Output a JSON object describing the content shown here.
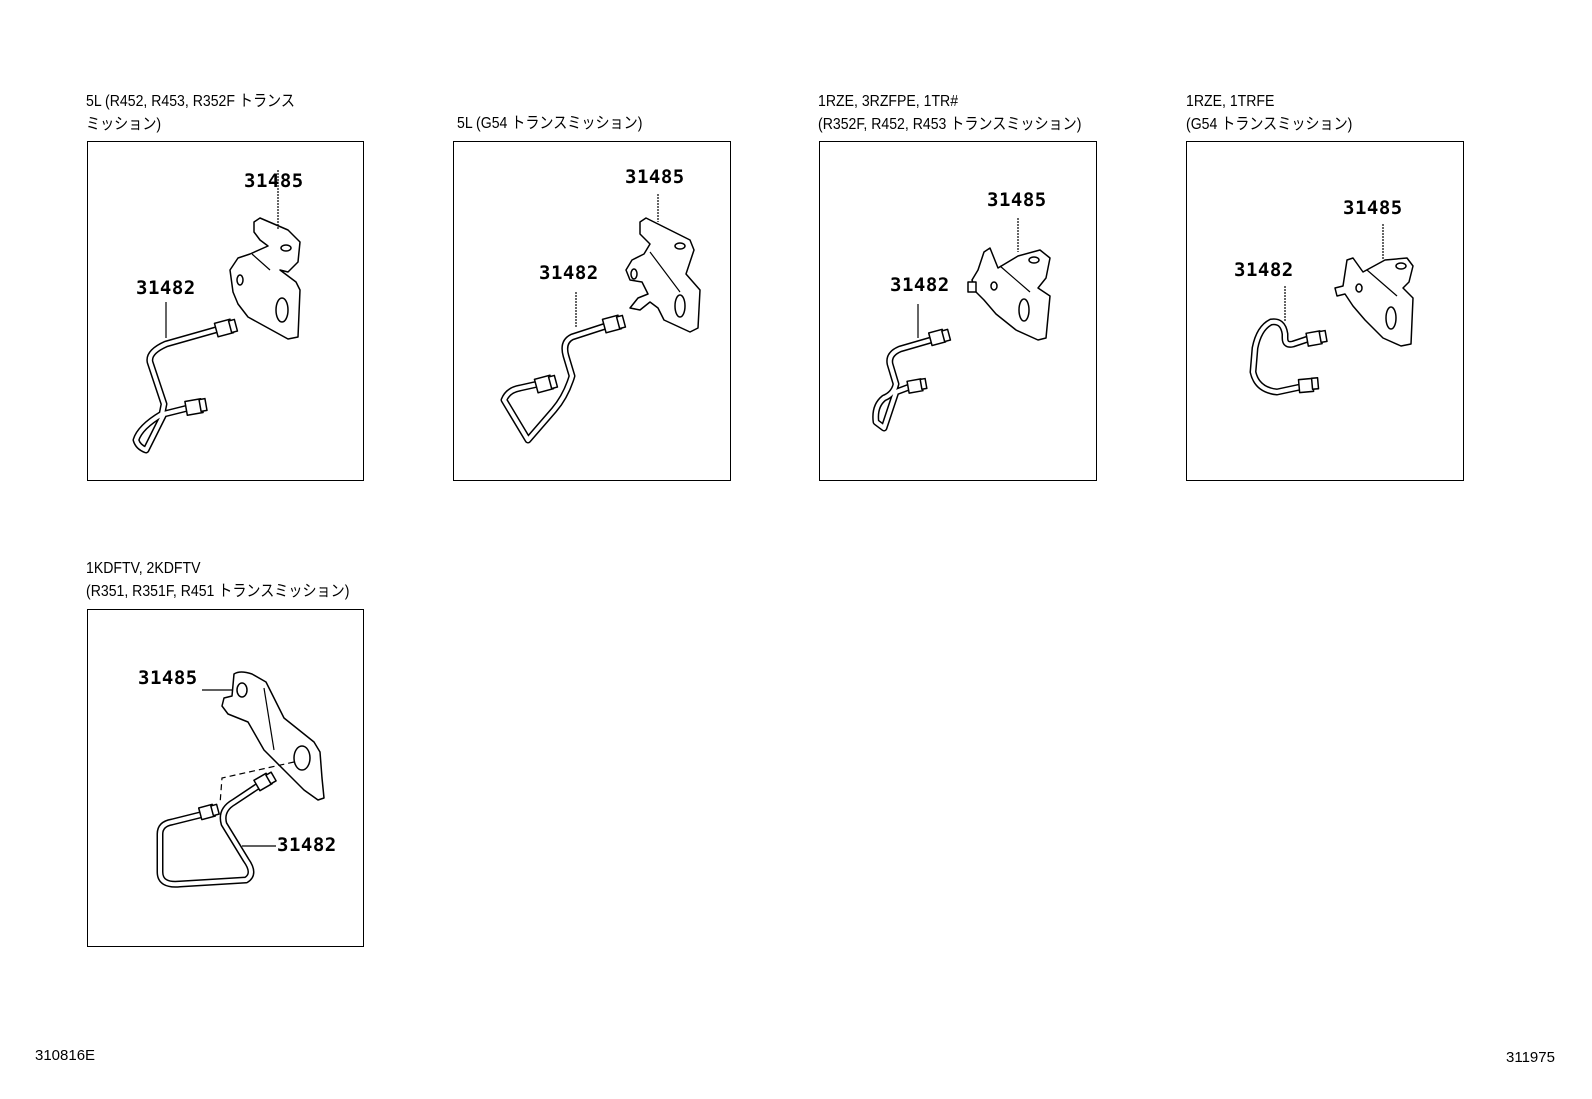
{
  "diagram": {
    "panels": [
      {
        "caption_line1": "5L (R452, R453, R352F トランス",
        "caption_line2": "ミッション)",
        "labels": {
          "bracket": "31485",
          "tube": "31482"
        }
      },
      {
        "caption_line1": "5L (G54 トランスミッション)",
        "caption_line2": "",
        "labels": {
          "bracket": "31485",
          "tube": "31482"
        }
      },
      {
        "caption_line1": "1RZE, 3RZFPE, 1TR#",
        "caption_line2": "(R352F, R452, R453 トランスミッション)",
        "labels": {
          "bracket": "31485",
          "tube": "31482"
        }
      },
      {
        "caption_line1": "1RZE, 1TRFE",
        "caption_line2": "(G54 トランスミッション)",
        "labels": {
          "bracket": "31485",
          "tube": "31482"
        }
      },
      {
        "caption_line1": "1KDFTV, 2KDFTV",
        "caption_line2": "(R351, R351F, R451 トランスミッション)",
        "labels": {
          "bracket": "31485",
          "tube": "31482"
        }
      }
    ],
    "footer": {
      "left_code": "310816E",
      "right_code": "311975"
    }
  }
}
